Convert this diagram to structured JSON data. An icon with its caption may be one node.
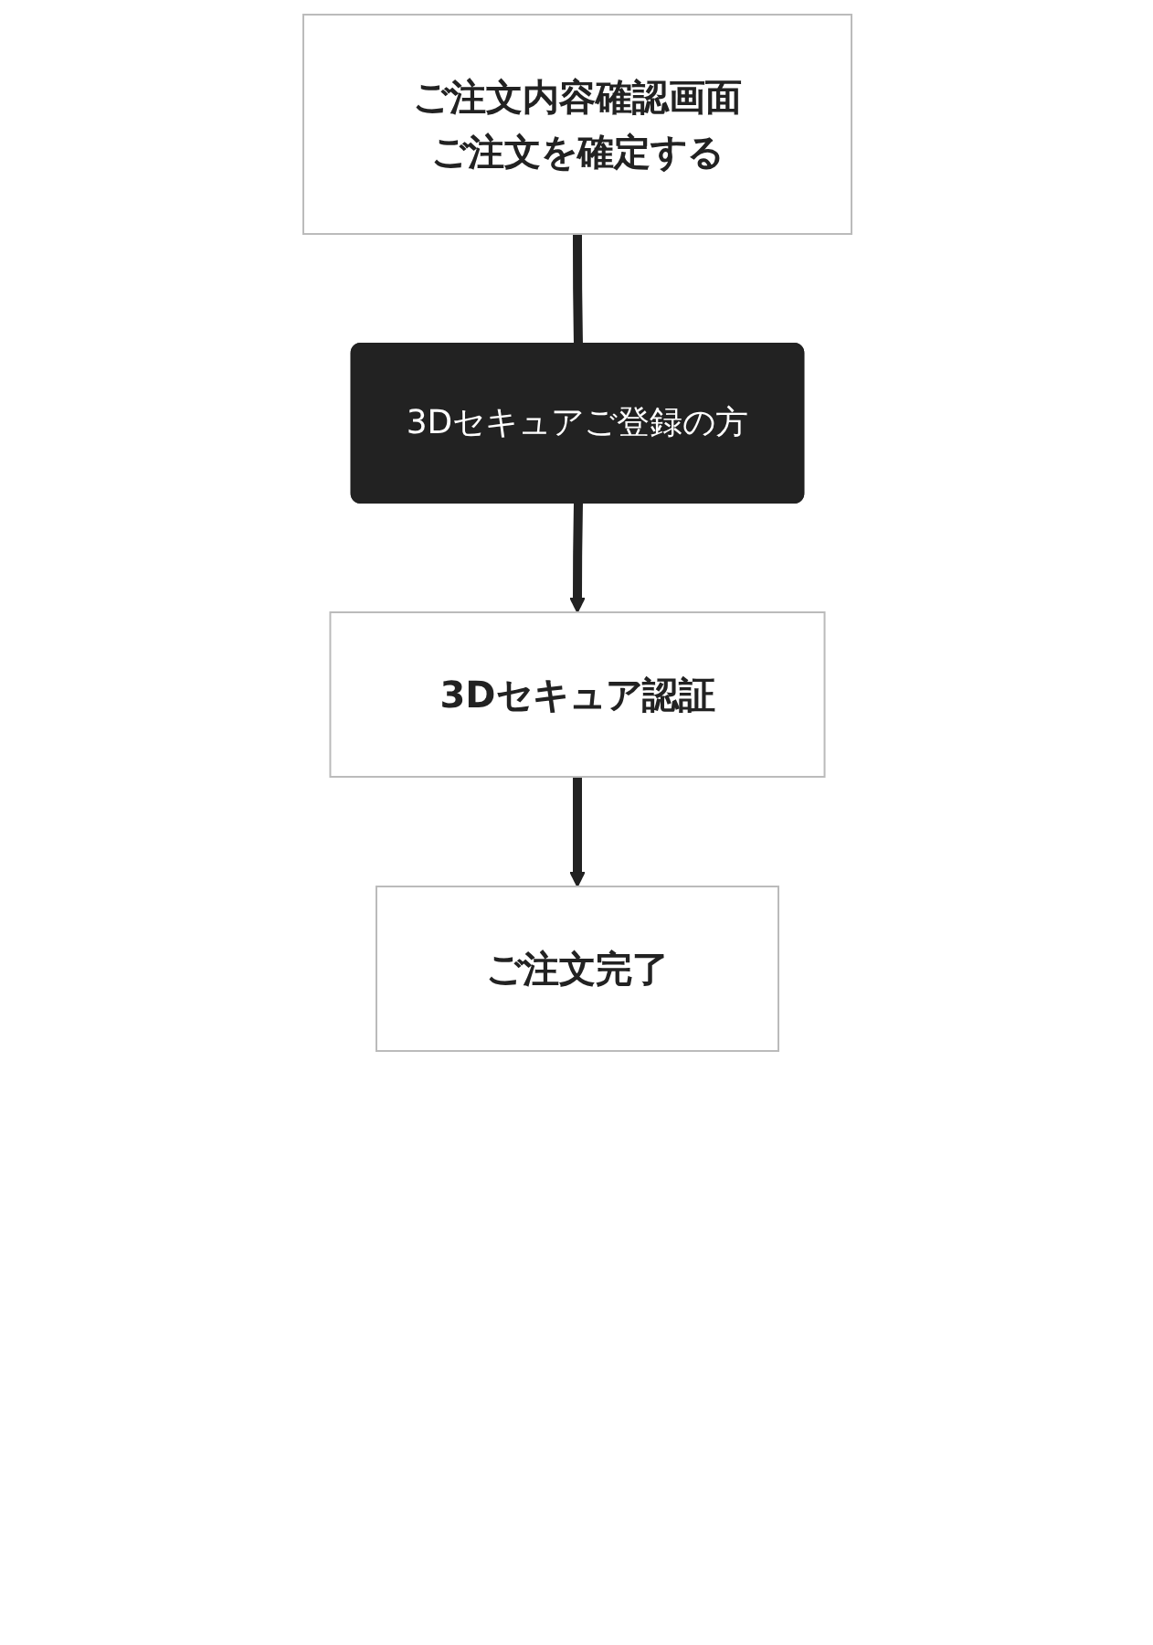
{
  "diagram": {
    "nodes": [
      {
        "text": [
          "ご注文内容確認画面",
          "ご注文を確定する"
        ]
      },
      {
        "text": [
          "3Dセキュアご登録の方"
        ]
      },
      {
        "text": [
          "3Dセキュア認証"
        ]
      },
      {
        "text": [
          "ご注文完了"
        ]
      }
    ],
    "edges": [
      {
        "from": 0,
        "to": 1,
        "arrow": "none"
      },
      {
        "from": 1,
        "to": 2,
        "arrow": "to"
      },
      {
        "from": 2,
        "to": 3,
        "arrow": "to"
      }
    ]
  }
}
